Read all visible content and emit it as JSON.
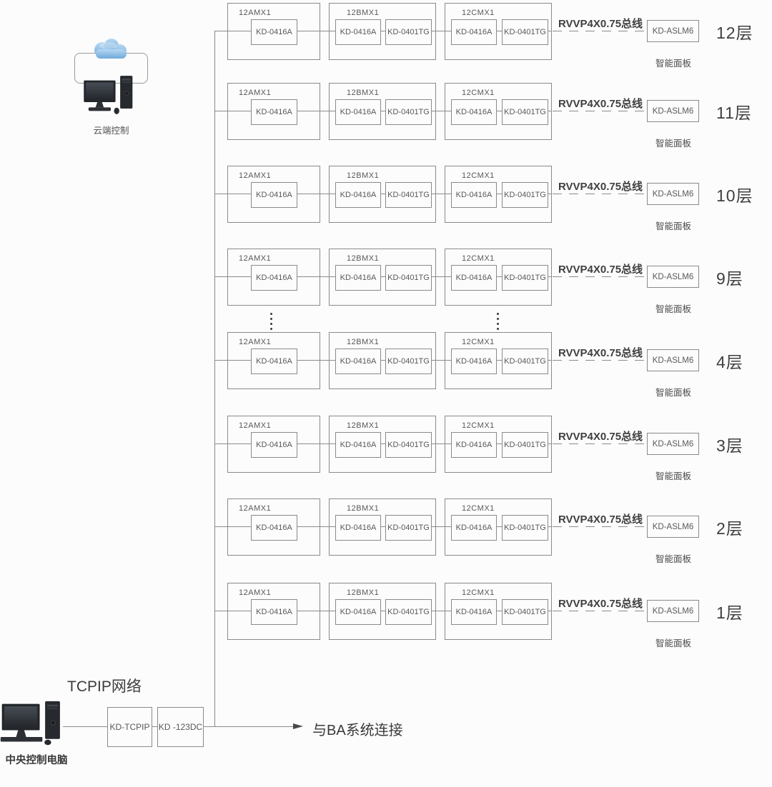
{
  "cloud": {
    "label": "云端控制"
  },
  "floors": [
    {
      "label": "12层",
      "groupA": {
        "name": "12AMX1",
        "m1": "KD-0416A"
      },
      "groupB": {
        "name": "12BMX1",
        "m1": "KD-0416A",
        "m2": "KD-0401TG"
      },
      "groupC": {
        "name": "12CMX1",
        "m1": "KD-0416A",
        "m2": "KD-0401TG"
      },
      "bus": "RVVP4X0.75总线",
      "panel": "KD-ASLM6",
      "panel_caption": "智能面板"
    },
    {
      "label": "11层",
      "groupA": {
        "name": "12AMX1",
        "m1": "KD-0416A"
      },
      "groupB": {
        "name": "12BMX1",
        "m1": "KD-0416A",
        "m2": "KD-0401TG"
      },
      "groupC": {
        "name": "12CMX1",
        "m1": "KD-0416A",
        "m2": "KD-0401TG"
      },
      "bus": "RVVP4X0.75总线",
      "panel": "KD-ASLM6",
      "panel_caption": "智能面板"
    },
    {
      "label": "10层",
      "groupA": {
        "name": "12AMX1",
        "m1": "KD-0416A"
      },
      "groupB": {
        "name": "12BMX1",
        "m1": "KD-0416A",
        "m2": "KD-0401TG"
      },
      "groupC": {
        "name": "12CMX1",
        "m1": "KD-0416A",
        "m2": "KD-0401TG"
      },
      "bus": "RVVP4X0.75总线",
      "panel": "KD-ASLM6",
      "panel_caption": "智能面板"
    },
    {
      "label": "9层",
      "groupA": {
        "name": "12AMX1",
        "m1": "KD-0416A"
      },
      "groupB": {
        "name": "12BMX1",
        "m1": "KD-0416A",
        "m2": "KD-0401TG"
      },
      "groupC": {
        "name": "12CMX1",
        "m1": "KD-0416A",
        "m2": "KD-0401TG"
      },
      "bus": "RVVP4X0.75总线",
      "panel": "KD-ASLM6",
      "panel_caption": "智能面板"
    },
    {
      "label": "4层",
      "groupA": {
        "name": "12AMX1",
        "m1": "KD-0416A"
      },
      "groupB": {
        "name": "12BMX1",
        "m1": "KD-0416A",
        "m2": "KD-0401TG"
      },
      "groupC": {
        "name": "12CMX1",
        "m1": "KD-0416A",
        "m2": "KD-0401TG"
      },
      "bus": "RVVP4X0.75总线",
      "panel": "KD-ASLM6",
      "panel_caption": "智能面板"
    },
    {
      "label": "3层",
      "groupA": {
        "name": "12AMX1",
        "m1": "KD-0416A"
      },
      "groupB": {
        "name": "12BMX1",
        "m1": "KD-0416A",
        "m2": "KD-0401TG"
      },
      "groupC": {
        "name": "12CMX1",
        "m1": "KD-0416A",
        "m2": "KD-0401TG"
      },
      "bus": "RVVP4X0.75总线",
      "panel": "KD-ASLM6",
      "panel_caption": "智能面板"
    },
    {
      "label": "2层",
      "groupA": {
        "name": "12AMX1",
        "m1": "KD-0416A"
      },
      "groupB": {
        "name": "12BMX1",
        "m1": "KD-0416A",
        "m2": "KD-0401TG"
      },
      "groupC": {
        "name": "12CMX1",
        "m1": "KD-0416A",
        "m2": "KD-0401TG"
      },
      "bus": "RVVP4X0.75总线",
      "panel": "KD-ASLM6",
      "panel_caption": "智能面板"
    },
    {
      "label": "1层",
      "groupA": {
        "name": "12AMX1",
        "m1": "KD-0416A"
      },
      "groupB": {
        "name": "12BMX1",
        "m1": "KD-0416A",
        "m2": "KD-0401TG"
      },
      "groupC": {
        "name": "12CMX1",
        "m1": "KD-0416A",
        "m2": "KD-0401TG"
      },
      "bus": "RVVP4X0.75总线",
      "panel": "KD-ASLM6",
      "panel_caption": "智能面板"
    }
  ],
  "bottom": {
    "network_label": "TCPIP网络",
    "computer_label": "中央控制电脑",
    "module1": "KD-TCPIP",
    "module2": "KD -123DC",
    "ba_link_label": "与BA系统连接"
  },
  "colors": {
    "line_gray": "#8b8b8b",
    "text_dark": "#3f3f3f",
    "cloud_blue_light": "#b7d7f2",
    "cloud_blue_dark": "#6ea9db",
    "device_dark": "#26292d"
  }
}
